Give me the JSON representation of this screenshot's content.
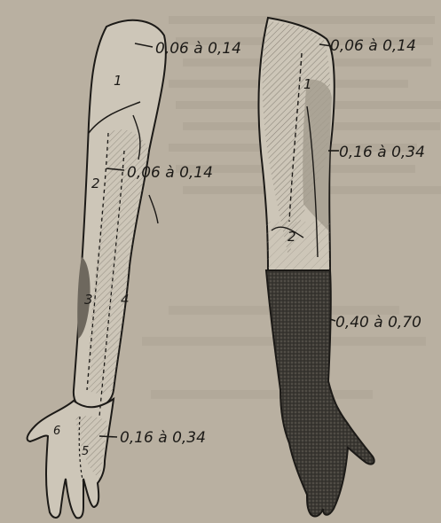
{
  "background_color": "#b9b0a1",
  "ink_color": "#1c1a17",
  "shade_colors": {
    "light": "#cdc6b8",
    "medium": "#a59d8f",
    "dark": "#3b3833"
  },
  "background_text_lines": 9,
  "left_arm": {
    "zone_numbers": [
      "1",
      "2",
      "3",
      "4",
      "5",
      "6"
    ],
    "labels": {
      "shoulder": "0,06 à 0,14",
      "upper_arm": "0,06 à 0,14",
      "hand": "0,16 à 0,34"
    }
  },
  "right_arm": {
    "zone_numbers": [
      "1",
      "2"
    ],
    "labels": {
      "shoulder": "0,06 à 0,14",
      "upper_arm": "0,16 à 0,34",
      "forearm": "0,40 à 0,70"
    }
  }
}
